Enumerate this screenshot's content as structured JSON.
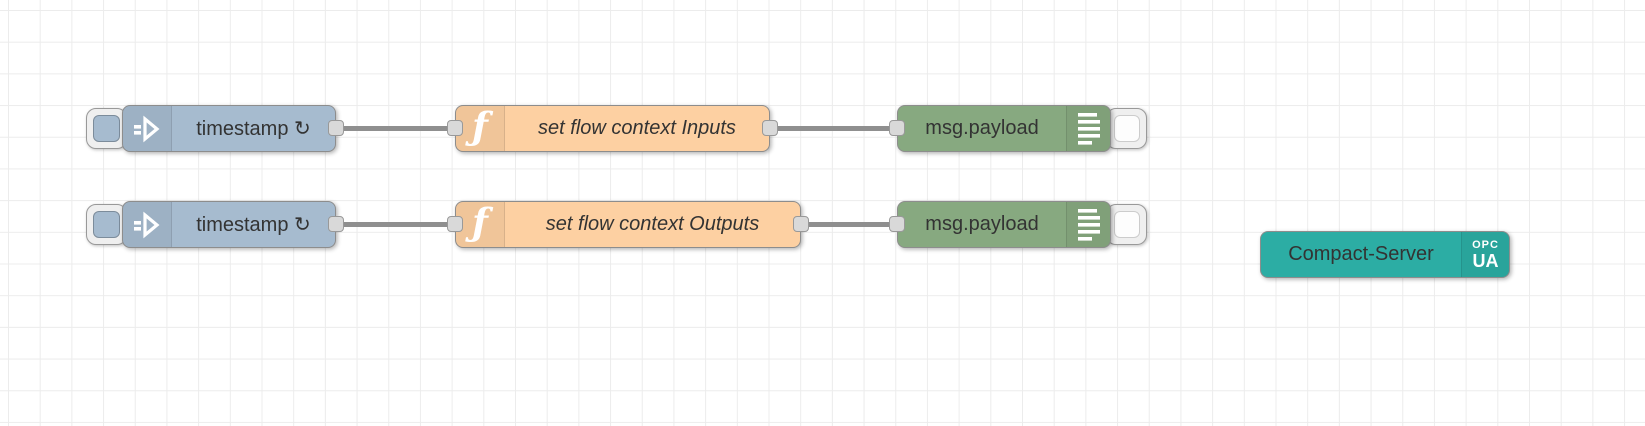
{
  "nodes": {
    "inject1": {
      "label": "timestamp ↻"
    },
    "function1": {
      "label": "set flow context Inputs"
    },
    "debug1": {
      "label": "msg.payload"
    },
    "inject2": {
      "label": "timestamp ↻"
    },
    "function2": {
      "label": "set flow context Outputs"
    },
    "debug2": {
      "label": "msg.payload"
    },
    "opcua_server": {
      "label": "Compact-Server",
      "badge_line1": "OPC",
      "badge_line2": "UA"
    }
  },
  "icons": {
    "function_glyph": "ƒ"
  },
  "colors": {
    "inject_node": "#a6bbcf",
    "function_node": "#fdd0a2",
    "debug_node": "#87a980",
    "opcua_server_node": "#2cada4",
    "wire": "#8f8f8f",
    "grid_line": "#ececec",
    "node_border": "#8d8d8d",
    "port_fill": "#d9d9d9",
    "label_text": "#333333"
  }
}
